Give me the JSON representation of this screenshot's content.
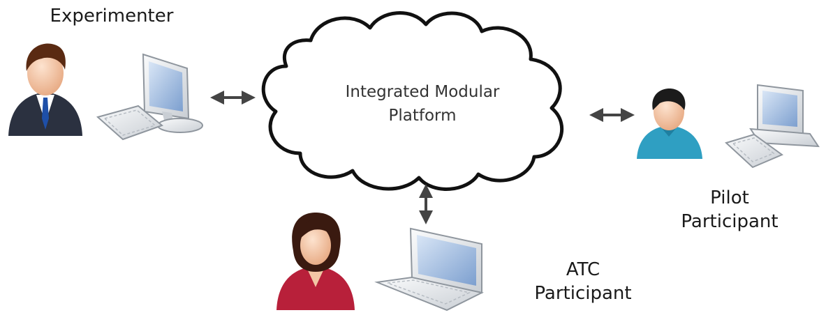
{
  "platform": {
    "line1": "Integrated Modular",
    "line2": "Platform"
  },
  "experimenter": {
    "label": "Experimenter"
  },
  "pilot": {
    "line1": "Pilot",
    "line2": "Participant"
  },
  "atc": {
    "line1": "ATC",
    "line2": "Participant"
  },
  "colors": {
    "cloud_fill": "#ffffff",
    "cloud_stroke": "#111111",
    "skin": "#f2c6a4",
    "male_hair": "#5a2a12",
    "suit": "#2b3140",
    "pilot_shirt": "#2f9fc2",
    "pilot_hair": "#1b1b1b",
    "female_hair": "#3a1a10",
    "female_suit": "#b8203a",
    "computer_body": "#e9ecef",
    "screen": "#a9c4e6",
    "arrow": "#444444"
  }
}
